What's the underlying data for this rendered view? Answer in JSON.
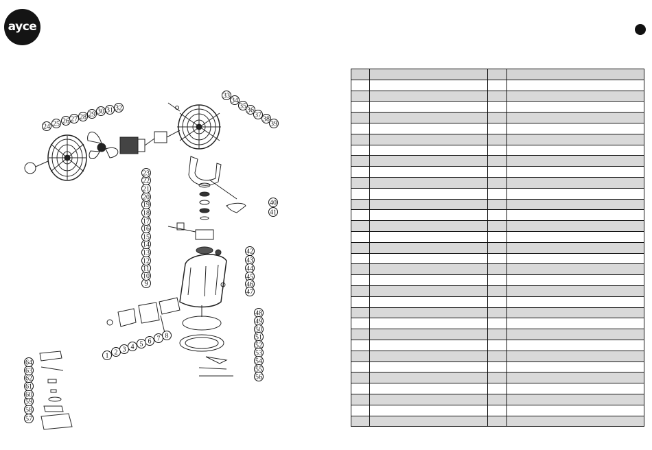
{
  "brand": {
    "logo_text": "ayce"
  },
  "callouts": [
    "1",
    "2",
    "3",
    "4",
    "5",
    "6",
    "7",
    "8",
    "9",
    "10",
    "11",
    "12",
    "13",
    "14",
    "15",
    "16",
    "17",
    "18",
    "19",
    "20",
    "21",
    "22",
    "23",
    "24",
    "25",
    "26",
    "27",
    "28",
    "29",
    "30",
    "31",
    "32",
    "33",
    "34",
    "35",
    "36",
    "37",
    "38",
    "39",
    "40",
    "41",
    "42",
    "43",
    "44",
    "45",
    "46",
    "47",
    "48",
    "49",
    "50",
    "51",
    "52",
    "53",
    "54",
    "55",
    "56",
    "57",
    "58",
    "59",
    "60",
    "61",
    "62",
    "63",
    "64"
  ],
  "parts_table": {
    "header": [
      "",
      "",
      "",
      ""
    ],
    "rows": [
      [
        "",
        "",
        "",
        ""
      ],
      [
        "",
        "",
        "",
        ""
      ],
      [
        "",
        "",
        "",
        ""
      ],
      [
        "",
        "",
        "",
        ""
      ],
      [
        "",
        "",
        "",
        ""
      ],
      [
        "",
        "",
        "",
        ""
      ],
      [
        "",
        "",
        "",
        ""
      ],
      [
        "",
        "",
        "",
        ""
      ],
      [
        "",
        "",
        "",
        ""
      ],
      [
        "",
        "",
        "",
        ""
      ],
      [
        "",
        "",
        "",
        ""
      ],
      [
        "",
        "",
        "",
        ""
      ],
      [
        "",
        "",
        "",
        ""
      ],
      [
        "",
        "",
        "",
        ""
      ],
      [
        "",
        "",
        "",
        ""
      ],
      [
        "",
        "",
        "",
        ""
      ],
      [
        "",
        "",
        "",
        ""
      ],
      [
        "",
        "",
        "",
        ""
      ],
      [
        "",
        "",
        "",
        ""
      ],
      [
        "",
        "",
        "",
        ""
      ],
      [
        "",
        "",
        "",
        ""
      ],
      [
        "",
        "",
        "",
        ""
      ],
      [
        "",
        "",
        "",
        ""
      ],
      [
        "",
        "",
        "",
        ""
      ],
      [
        "",
        "",
        "",
        ""
      ],
      [
        "",
        "",
        "",
        ""
      ],
      [
        "",
        "",
        "",
        ""
      ],
      [
        "",
        "",
        "",
        ""
      ],
      [
        "",
        "",
        "",
        ""
      ],
      [
        "",
        "",
        "",
        ""
      ],
      [
        "",
        "",
        "",
        ""
      ],
      [
        "",
        "",
        "",
        ""
      ]
    ]
  },
  "colors": {
    "ink": "#111111",
    "row_shade": "#d9d9d9",
    "header_shade": "#d4d4d4"
  }
}
